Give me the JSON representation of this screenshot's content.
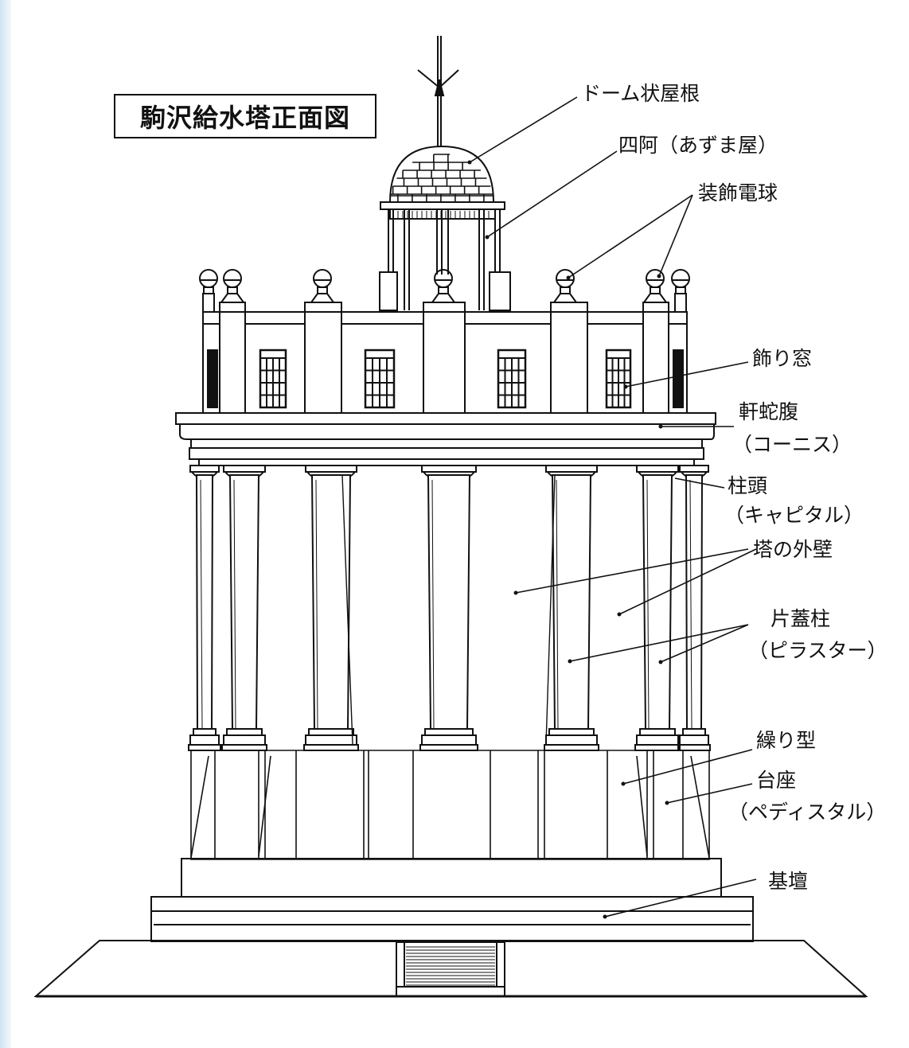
{
  "title": "駒沢給水塔正面図",
  "labels": {
    "dome_roof": "ドーム状屋根",
    "azumaya": "四阿（あずま屋）",
    "bulbs": "装飾電球",
    "window": "飾り窓",
    "cornice": "軒蛇腹",
    "cornice_kana": "（コーニス）",
    "capital": "柱頭",
    "capital_kana": "（キャピタル）",
    "outer_wall": "塔の外壁",
    "pilaster": "片蓋柱",
    "pilaster_kana": "（ピラスター）",
    "molding": "繰り型",
    "pedestal": "台座",
    "pedestal_kana": "（ペディスタル）",
    "base": "基壇"
  },
  "colors": {
    "ink": "#111111",
    "paper": "#ffffff",
    "scan_edge": "#cfe3f3"
  }
}
